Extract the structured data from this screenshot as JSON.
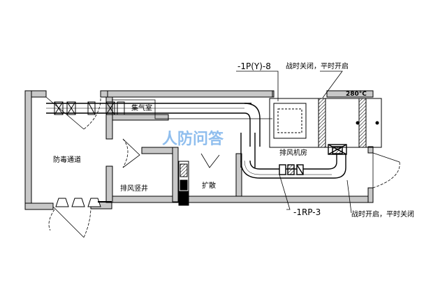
{
  "labels": {
    "equipment_tag_top": "-1P(Y)-8",
    "note_top": "战时关闭，平时开启",
    "temperature": "280°C",
    "gas_collection_room": "集气室",
    "decontamination_passage": "防毒通道",
    "exhaust_shaft": "排风竖井",
    "expansion_chamber": "扩散",
    "exhaust_fan_room": "排风机房",
    "equipment_tag_bottom": "-1RP-3",
    "note_bottom": "战时开启，平时关闭"
  },
  "watermark": {
    "text": "人防问答",
    "color": "#6aa9e9"
  },
  "colors": {
    "wall": "#c8c8c8",
    "line": "#000000"
  }
}
